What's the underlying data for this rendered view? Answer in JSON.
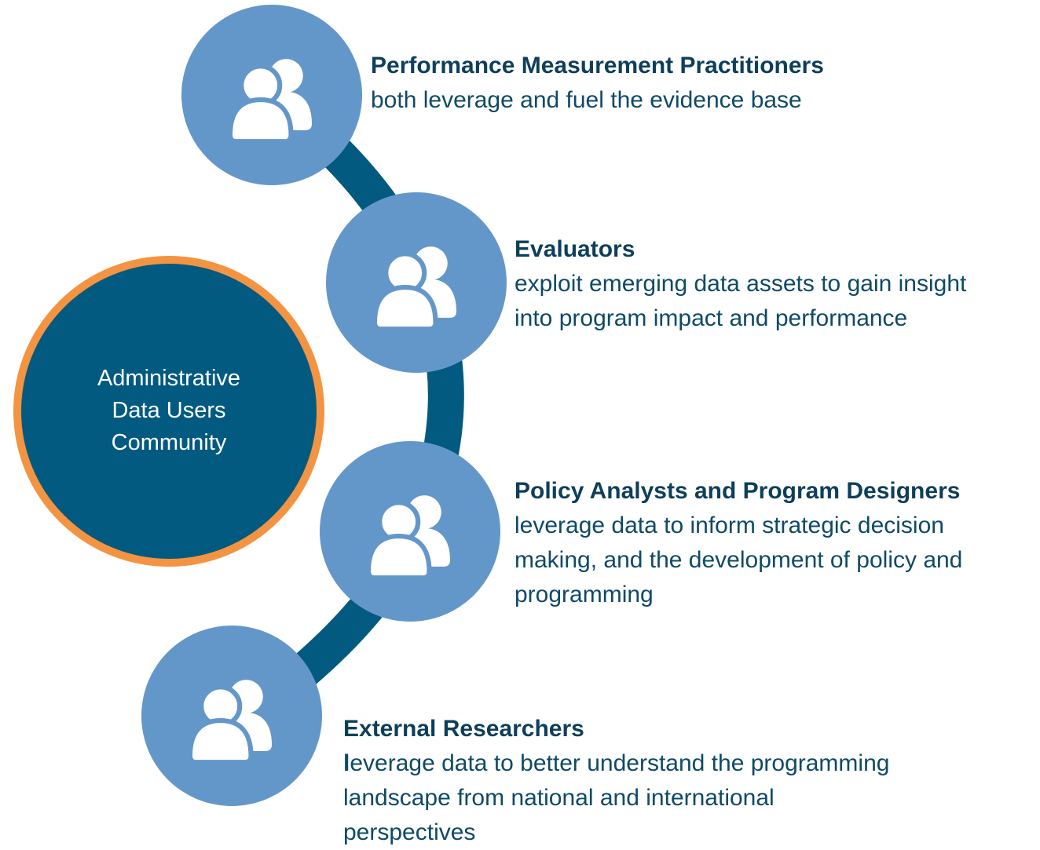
{
  "hub": {
    "lines": [
      "Administrative",
      "Data Users",
      "Community"
    ]
  },
  "roles": [
    {
      "title": "Performance Measurement Practitioners",
      "desc_lines": [
        "both leverage and fuel the evidence base"
      ],
      "icon": "users-icon"
    },
    {
      "title": "Evaluators",
      "desc_lines": [
        "exploit emerging data assets to gain insight",
        "into program impact and performance"
      ],
      "icon": "users-icon"
    },
    {
      "title": "Policy Analysts and Program Designers",
      "desc_lines": [
        "leverage data to inform strategic decision",
        "making, and the development of policy and",
        "programming"
      ],
      "icon": "users-icon"
    },
    {
      "title": "External Researchers",
      "desc_first": "l",
      "desc_lines": [
        "everage data to better understand the programming",
        "landscape from national and international",
        "perspectives"
      ],
      "icon": "users-icon"
    }
  ],
  "colors": {
    "hub_fill": "#025a80",
    "hub_border": "#f39442",
    "arc": "#025a80",
    "node_fill": "#6497c9",
    "icon": "#ffffff",
    "title_text": "#0e3f5a",
    "desc_text": "#0e4a66"
  }
}
